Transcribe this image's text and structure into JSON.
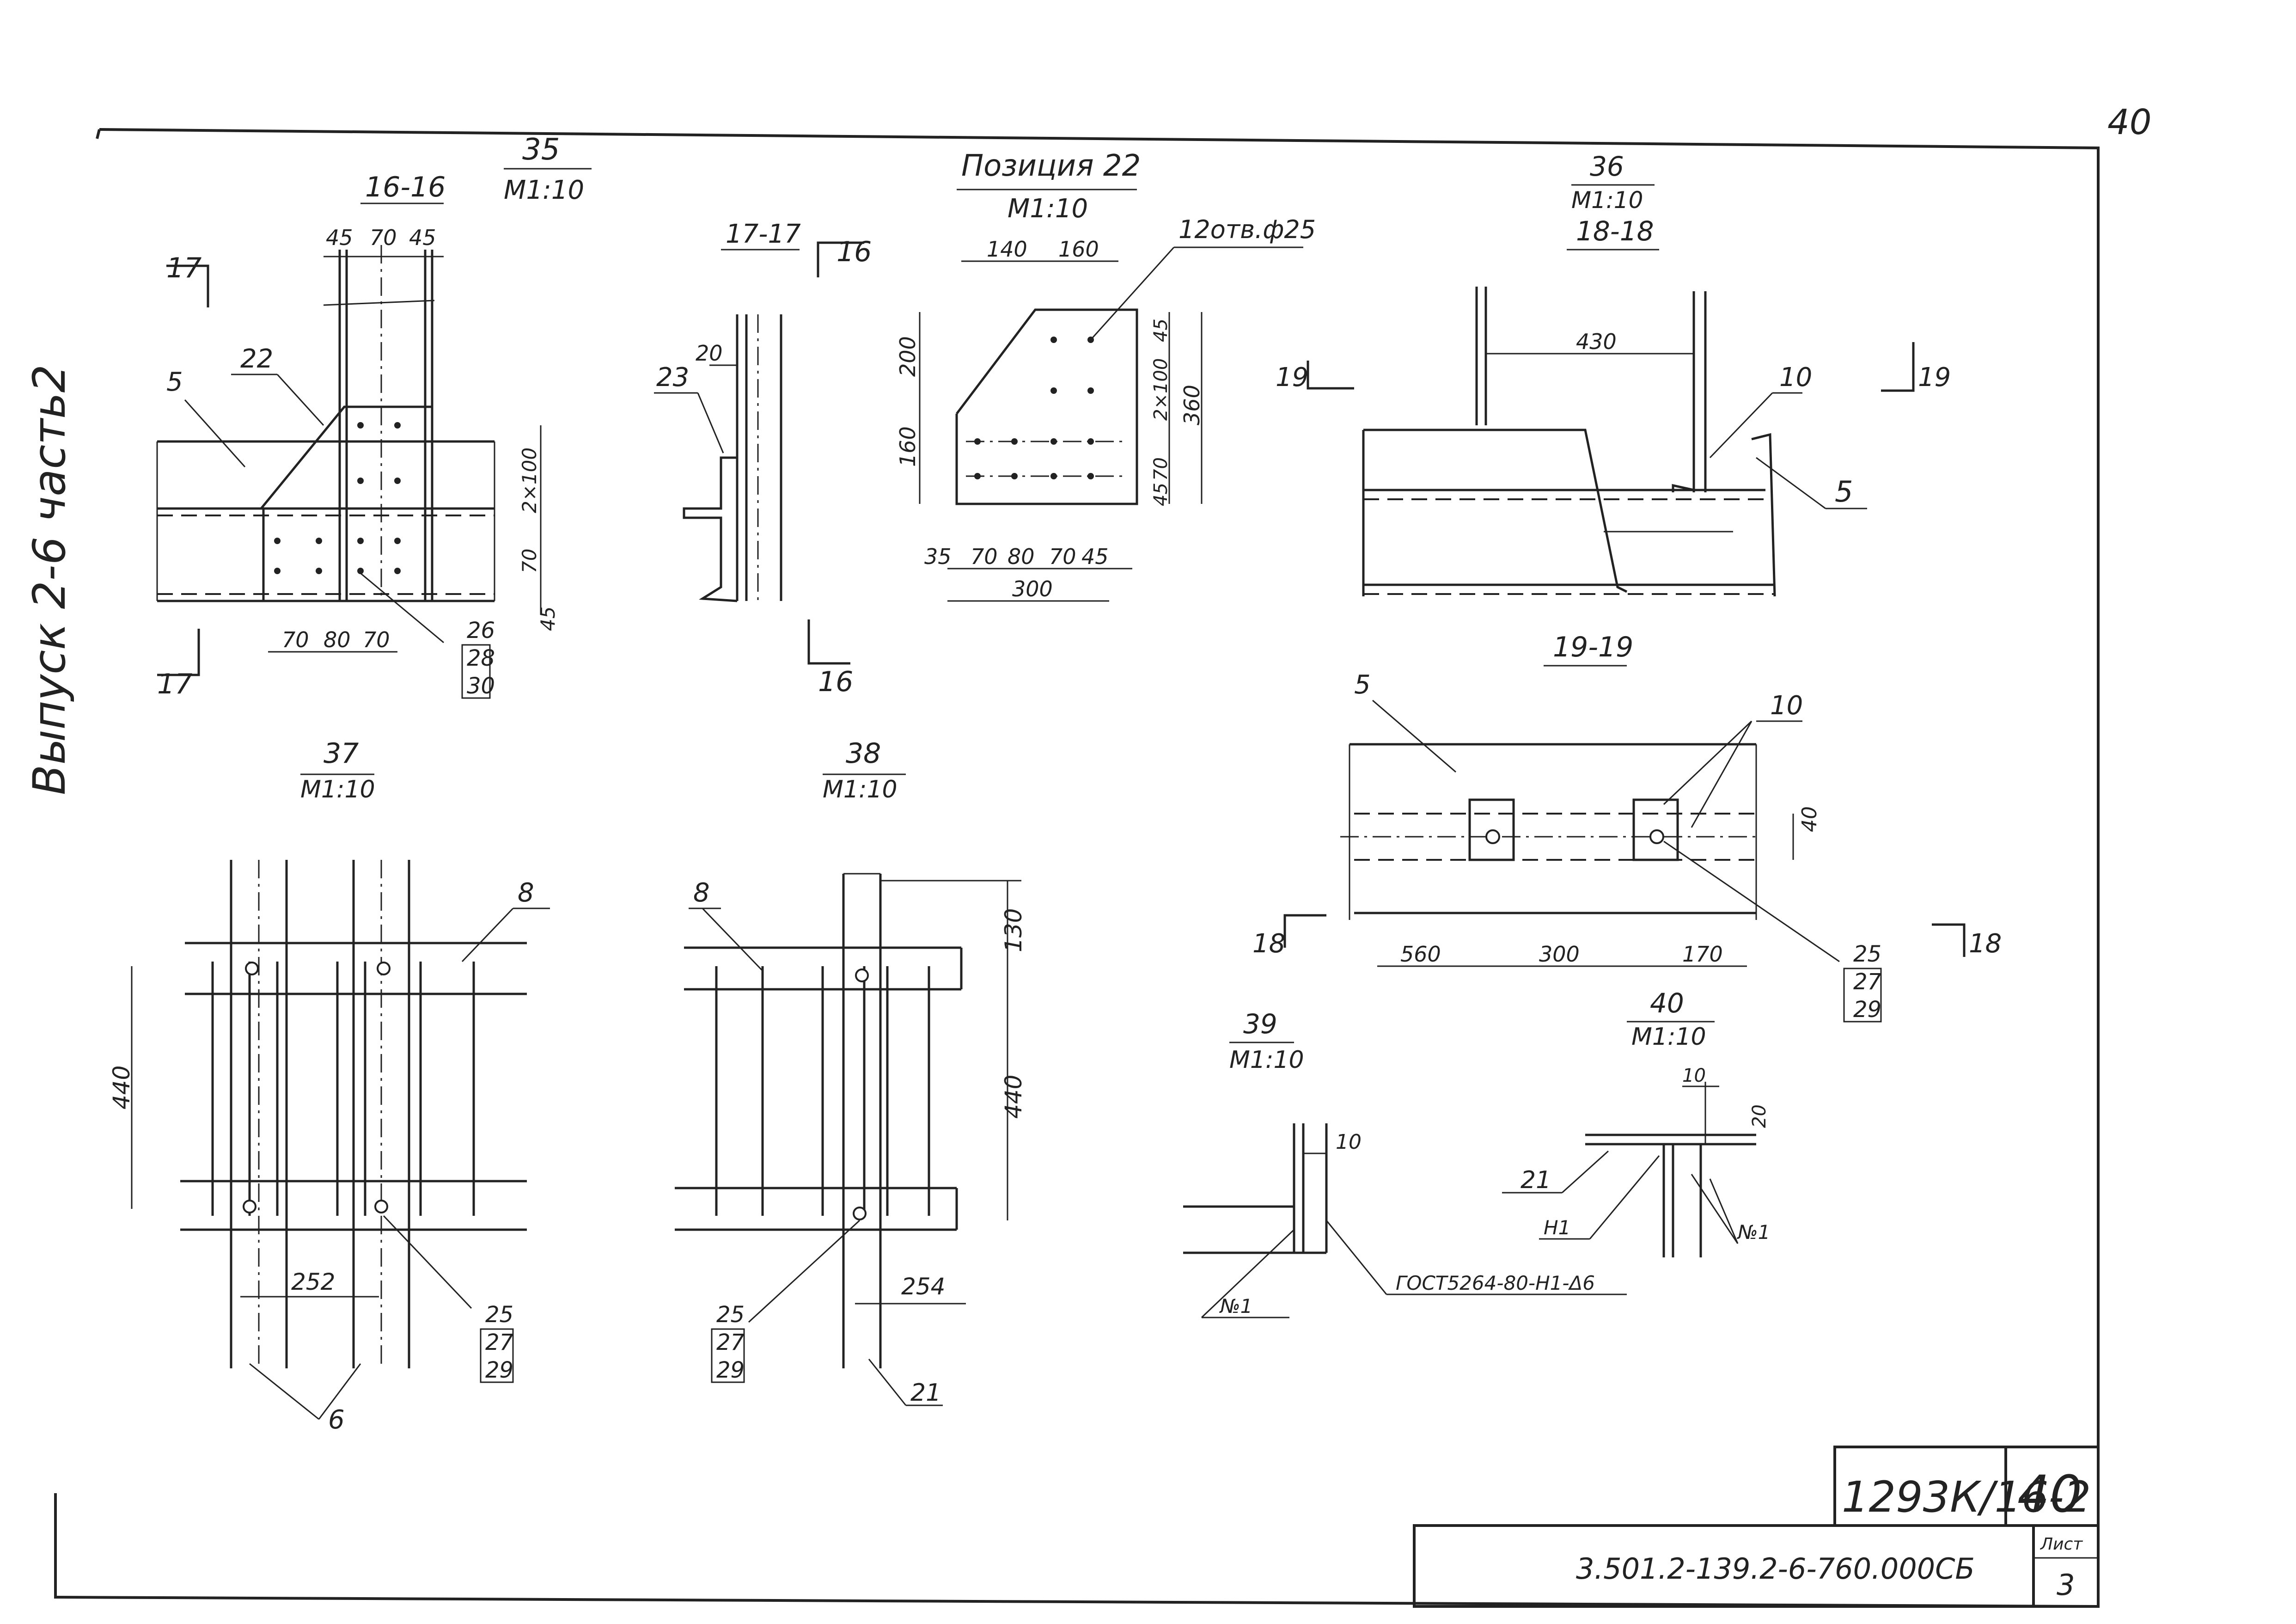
{
  "sheet": {
    "page_number": "40",
    "side_label": "Выпуск 2-6 часть2",
    "stamp_code": "1293К/16-2",
    "stamp_sheet": "40",
    "doc_code": "3.501.2-139.2-6-760.000СБ",
    "list_label": "Лист",
    "list_number": "3"
  },
  "view35": {
    "num": "35",
    "scale": "М1:10",
    "section": "16-16",
    "dim_top": [
      "45",
      "70",
      "45"
    ],
    "dim_right": [
      "2×100",
      "70",
      "45"
    ],
    "dim_bottom": [
      "70",
      "80",
      "70"
    ],
    "cut_marks": [
      "17",
      "17"
    ],
    "callouts": [
      "5",
      "22"
    ],
    "parts": [
      "26",
      "28",
      "30"
    ]
  },
  "view1717": {
    "section": "17-17",
    "dim": "20",
    "part": "23",
    "cut_marks": [
      "16",
      "16"
    ]
  },
  "pos22": {
    "title": "Позиция 22",
    "scale": "М1:10",
    "holes": "12отв.ф25",
    "dim_top": [
      "140",
      "160"
    ],
    "dim_left": [
      "200",
      "160"
    ],
    "dim_right": [
      "45",
      "2×100",
      "360",
      "70",
      "45"
    ],
    "dim_bottom": [
      "35",
      "70",
      "80",
      "70",
      "45"
    ],
    "dim_total": "300"
  },
  "view36": {
    "num": "36",
    "scale": "М1:10",
    "section": "18-18",
    "dim": "430",
    "callouts": [
      "10",
      "5"
    ],
    "cut_marks": [
      "19",
      "19"
    ]
  },
  "view1919": {
    "section": "19-19",
    "callouts": [
      "5",
      "10"
    ],
    "dim_right": "40",
    "dims_bottom": [
      "560",
      "300",
      "170"
    ],
    "cut_marks": [
      "18",
      "18"
    ],
    "parts": [
      "25",
      "27",
      "29"
    ]
  },
  "view37": {
    "num": "37",
    "scale": "М1:10",
    "callouts": [
      "8",
      "6"
    ],
    "dim_left": "440",
    "dim_bottom": "252",
    "parts": [
      "25",
      "27",
      "29"
    ]
  },
  "view38": {
    "num": "38",
    "scale": "М1:10",
    "callouts": [
      "8",
      "21"
    ],
    "dim_right": [
      "130",
      "440"
    ],
    "dim_bottom": "254",
    "parts": [
      "25",
      "27",
      "29"
    ]
  },
  "view39": {
    "num": "39",
    "scale": "М1:10",
    "dim": "10",
    "weld": "№1",
    "gost": "ГОСТ5264-80-Н1-Δ6"
  },
  "view40": {
    "num": "40",
    "scale": "М1:10",
    "dims": [
      "10",
      "20"
    ],
    "callouts": [
      "21",
      "Н1",
      "№1"
    ]
  }
}
